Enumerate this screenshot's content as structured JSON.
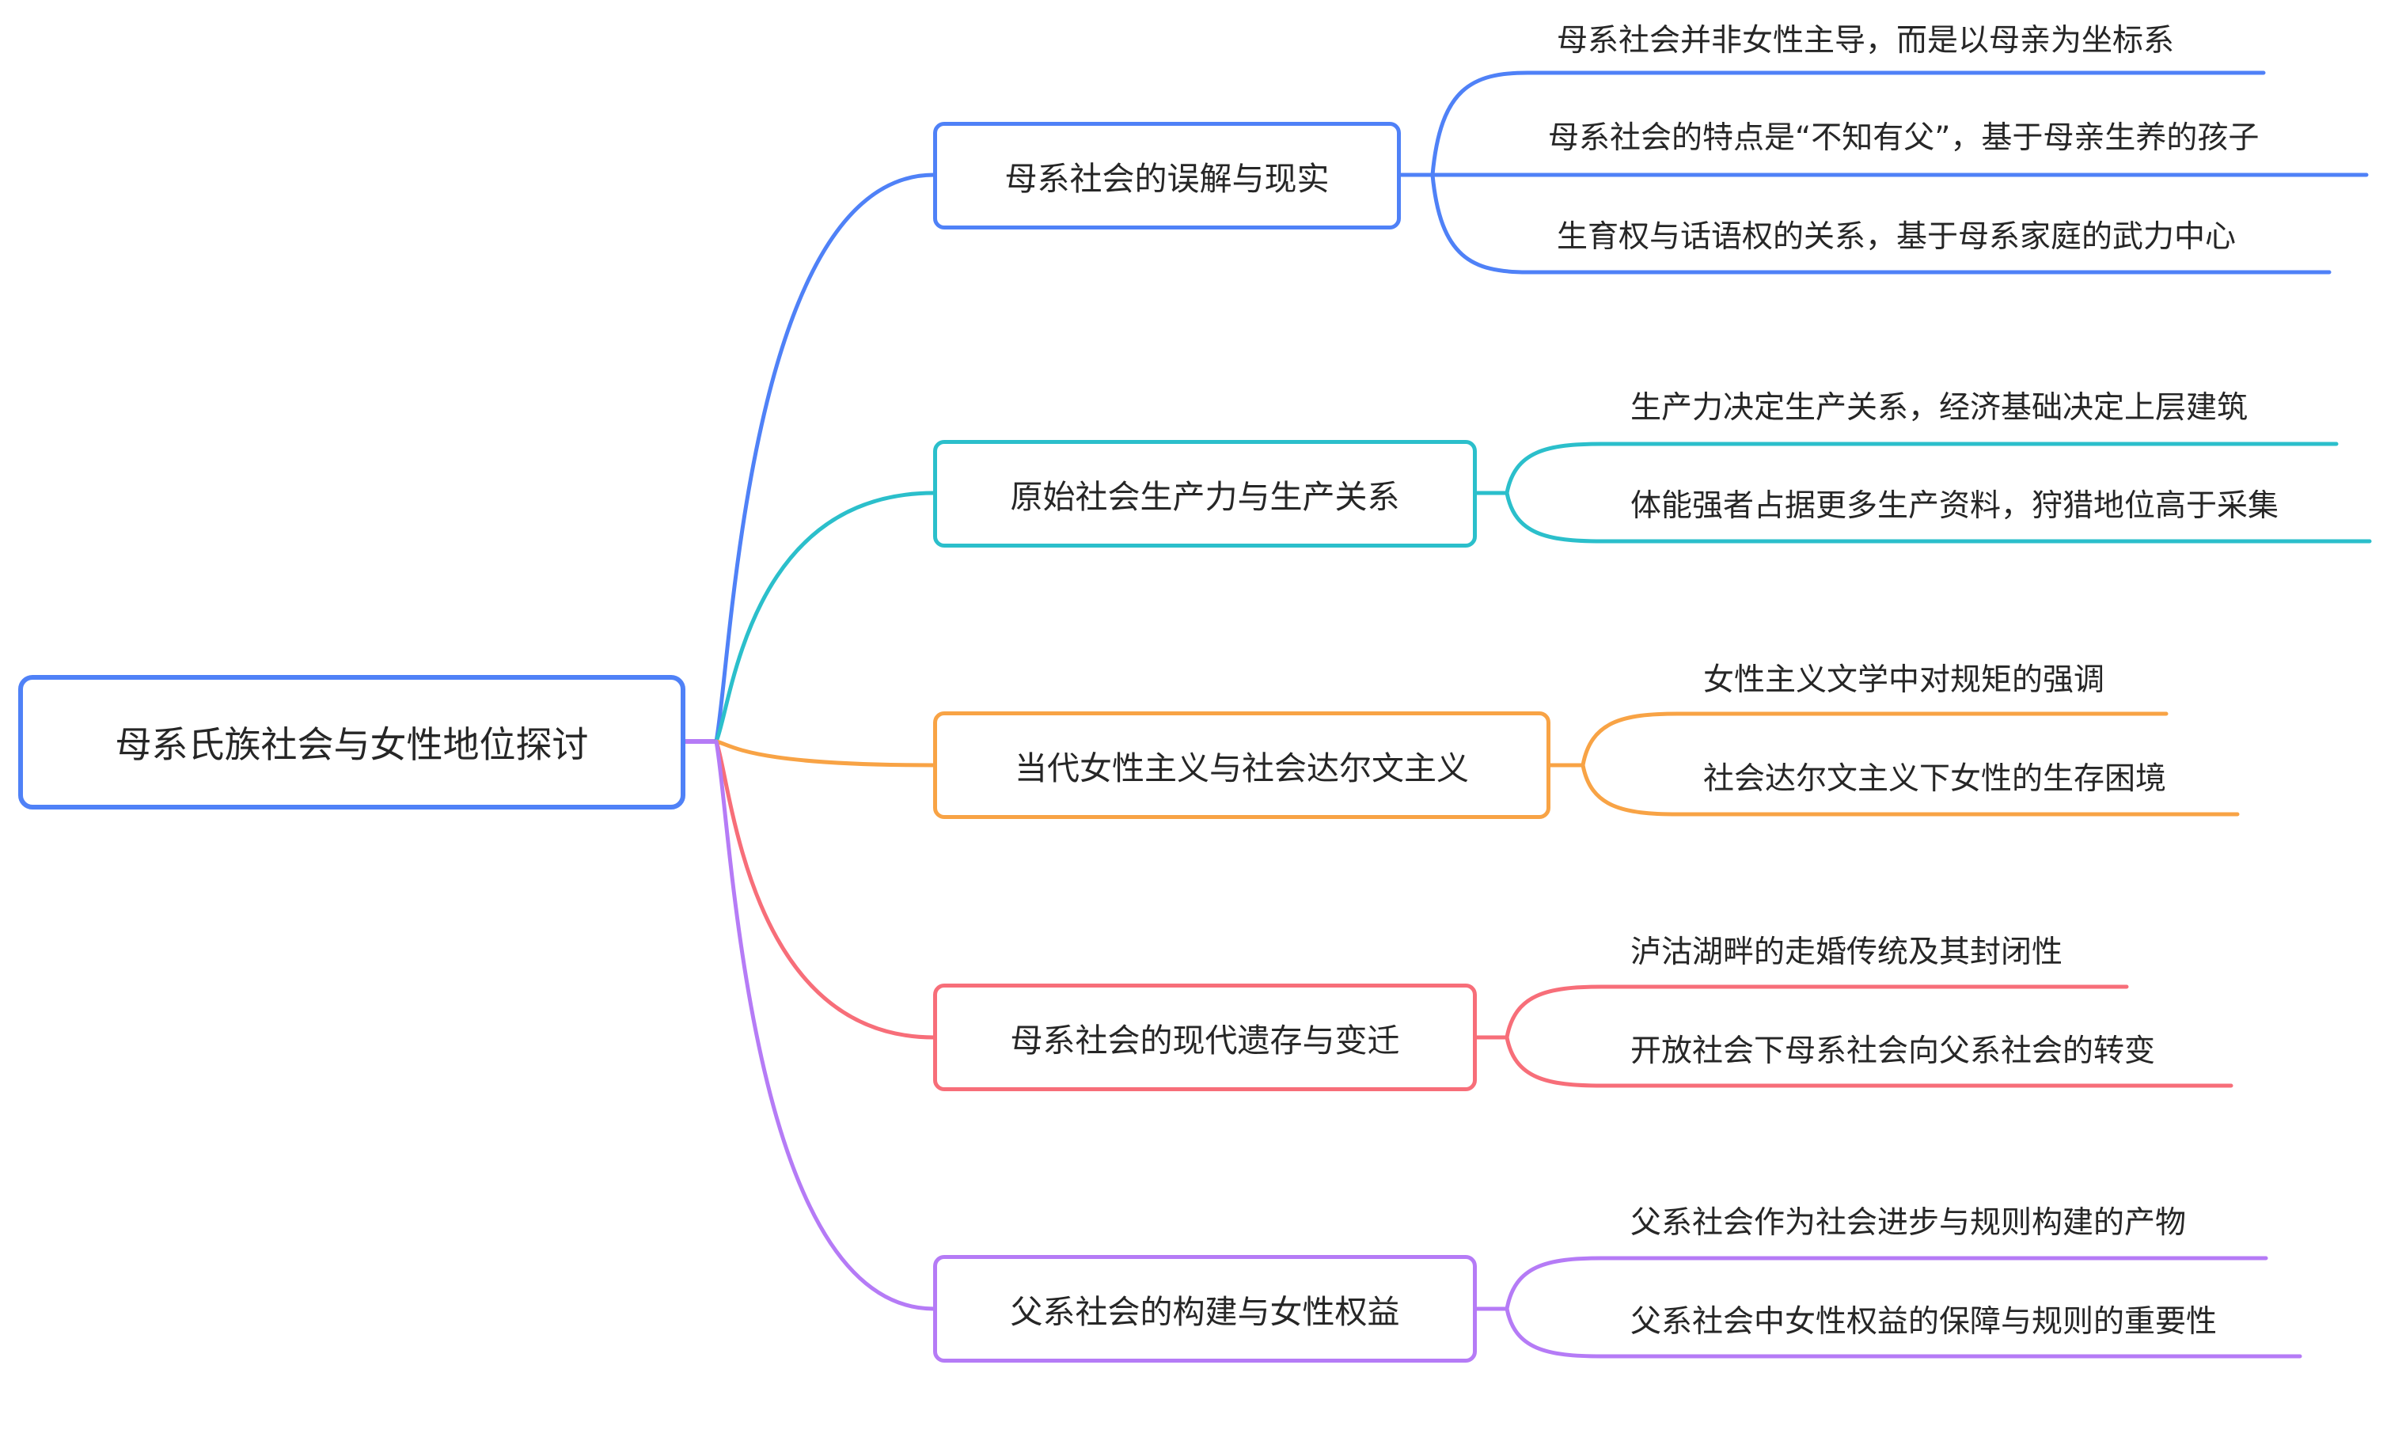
{
  "root": {
    "label": "母系氏族社会与女性地位探讨",
    "color": "#4F81F7"
  },
  "branches": [
    {
      "label": "母系社会的误解与现实",
      "color": "#4F81F7",
      "children": [
        "母系社会并非女性主导，而是以母亲为坐标系",
        "母系社会的特点是“不知有父”，基于母亲生养的孩子",
        "生育权与话语权的关系，基于母系家庭的武力中心"
      ]
    },
    {
      "label": "原始社会生产力与生产关系",
      "color": "#2BBFCB",
      "children": [
        "生产力决定生产关系，经济基础决定上层建筑",
        "体能强者占据更多生产资料，狩猎地位高于采集"
      ]
    },
    {
      "label": "当代女性主义与社会达尔文主义",
      "color": "#F8A345",
      "children": [
        "女性主义文学中对规矩的强调",
        "社会达尔文主义下女性的生存困境"
      ]
    },
    {
      "label": "母系社会的现代遗存与变迁",
      "color": "#F76E79",
      "children": [
        "泸沽湖畔的走婚传统及其封闭性",
        "开放社会下母系社会向父系社会的转变"
      ]
    },
    {
      "label": "父系社会的构建与女性权益",
      "color": "#B57BF6",
      "children": [
        "父系社会作为社会进步与规则构建的产物",
        "父系社会中女性权益的保障与规则的重要性"
      ]
    }
  ]
}
